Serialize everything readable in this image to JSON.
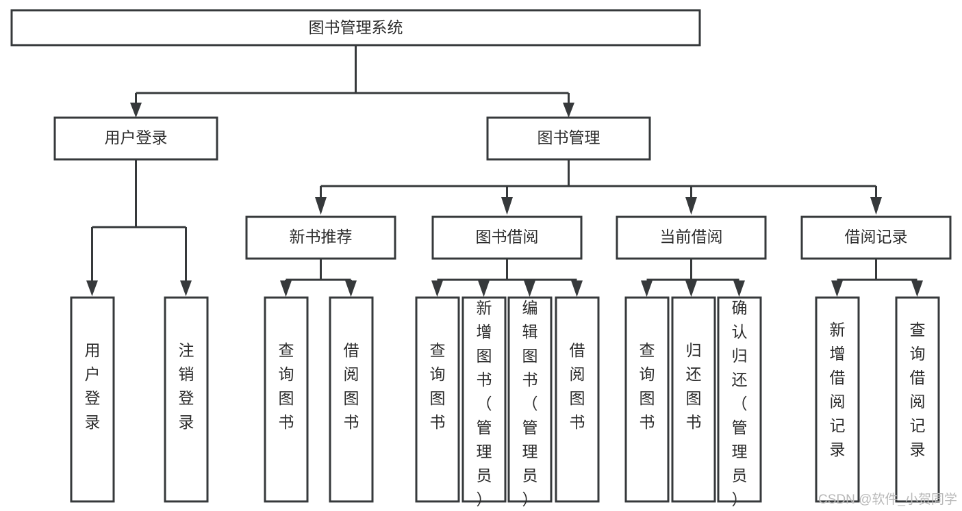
{
  "diagram": {
    "title": "图书管理系统",
    "type": "tree",
    "orientation": "top-down",
    "colors": {
      "background": "#ffffff",
      "box_stroke": "#36393b",
      "box_fill": "#ffffff",
      "text": "#2b2b2b",
      "watermark": "#b9b9b9"
    },
    "root": {
      "label": "图书管理系统"
    },
    "level2": [
      {
        "label": "用户登录"
      },
      {
        "label": "图书管理"
      }
    ],
    "level3": [
      {
        "label": "新书推荐"
      },
      {
        "label": "图书借阅"
      },
      {
        "label": "当前借阅"
      },
      {
        "label": "借阅记录"
      }
    ],
    "leaves": {
      "user_login": [
        {
          "label": "用户登录"
        },
        {
          "label": "注销登录"
        }
      ],
      "new_book_recommend": [
        {
          "label": "查询图书"
        },
        {
          "label": "借阅图书"
        }
      ],
      "book_borrow": [
        {
          "label": "查询图书"
        },
        {
          "label": "新增图书（管理员）"
        },
        {
          "label": "编辑图书（管理员）"
        },
        {
          "label": "借阅图书"
        }
      ],
      "current_borrow": [
        {
          "label": "查询图书"
        },
        {
          "label": "归还图书"
        },
        {
          "label": "确认归还（管理员）"
        }
      ],
      "borrow_record": [
        {
          "label": "新增借阅记录"
        },
        {
          "label": "查询借阅记录"
        }
      ]
    }
  },
  "watermark": {
    "text": "CSDN @软件_小贺同学"
  }
}
